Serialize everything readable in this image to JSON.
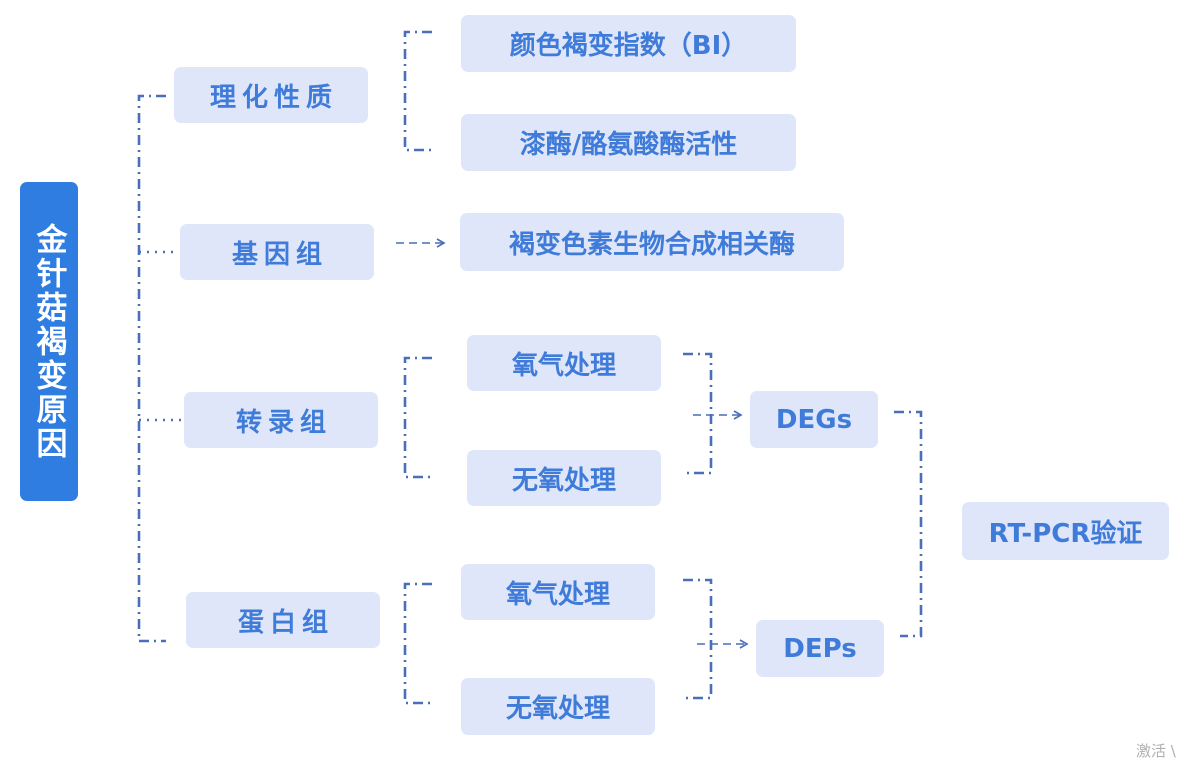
{
  "colors": {
    "root_background": "#2f7de1",
    "node_background": "#dfe6fa",
    "node_text": "#3f7bd8",
    "connector": "#4a6fb8"
  },
  "root": {
    "label": "金针菇褐变原因"
  },
  "categories": {
    "physicochemical": "理化性质",
    "genome": "基因组",
    "transcriptome": "转录组",
    "proteome": "蛋白组"
  },
  "physicochemical_items": {
    "browning_index": "颜色褐变指数（BI）",
    "enzyme_activity": "漆酶/酪氨酸酶活性"
  },
  "genome_items": {
    "related_enzymes": "褐变色素生物合成相关酶"
  },
  "transcriptome_items": {
    "oxygen": "氧气处理",
    "anoxic": "无氧处理",
    "result": "DEGs"
  },
  "proteome_items": {
    "oxygen": "氧气处理",
    "anoxic": "无氧处理",
    "result": "DEPs"
  },
  "validation": "RT-PCR验证",
  "watermark": "激活 \\"
}
